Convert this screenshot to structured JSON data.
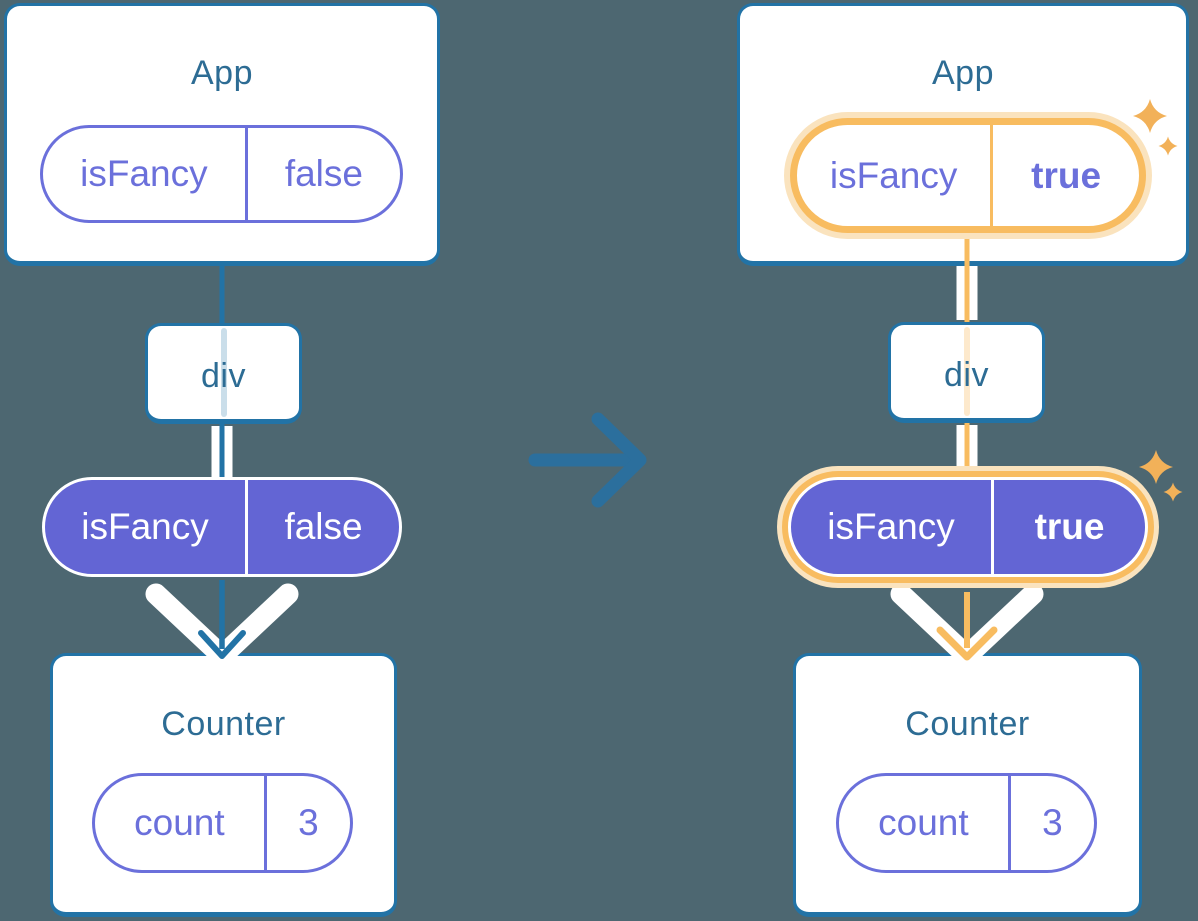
{
  "panels": {
    "before": {
      "app": {
        "title": "App",
        "prop": {
          "name": "isFancy",
          "value": "false"
        }
      },
      "container": {
        "label": "div"
      },
      "passed_prop": {
        "name": "isFancy",
        "value": "false"
      },
      "counter": {
        "title": "Counter",
        "state": {
          "name": "count",
          "value": "3"
        }
      }
    },
    "after": {
      "app": {
        "title": "App",
        "prop": {
          "name": "isFancy",
          "value": "true"
        }
      },
      "container": {
        "label": "div"
      },
      "passed_prop": {
        "name": "isFancy",
        "value": "true"
      },
      "counter": {
        "title": "Counter",
        "state": {
          "name": "count",
          "value": "3"
        }
      }
    }
  },
  "colors": {
    "background": "#4D6771",
    "card_fill": "#FFFFFF",
    "card_border": "#2273A6",
    "component_title_text": "#2D6C94",
    "purple_text_border": "#6B70DB",
    "purple_pill_fill": "#6365D4",
    "blue_line": "#2273A6",
    "highlight_orange": "#F8BC60",
    "highlight_halo": "#FAE3BE",
    "sparkle": "#F2B159",
    "transition_arrow": "#2B6F9D",
    "pass_arrow_white": "#FFFFFF"
  },
  "icons": {
    "sparkle": "four-point-star",
    "transition_arrow": "right-arrow",
    "pass_down_arrow": "chevron-down"
  }
}
